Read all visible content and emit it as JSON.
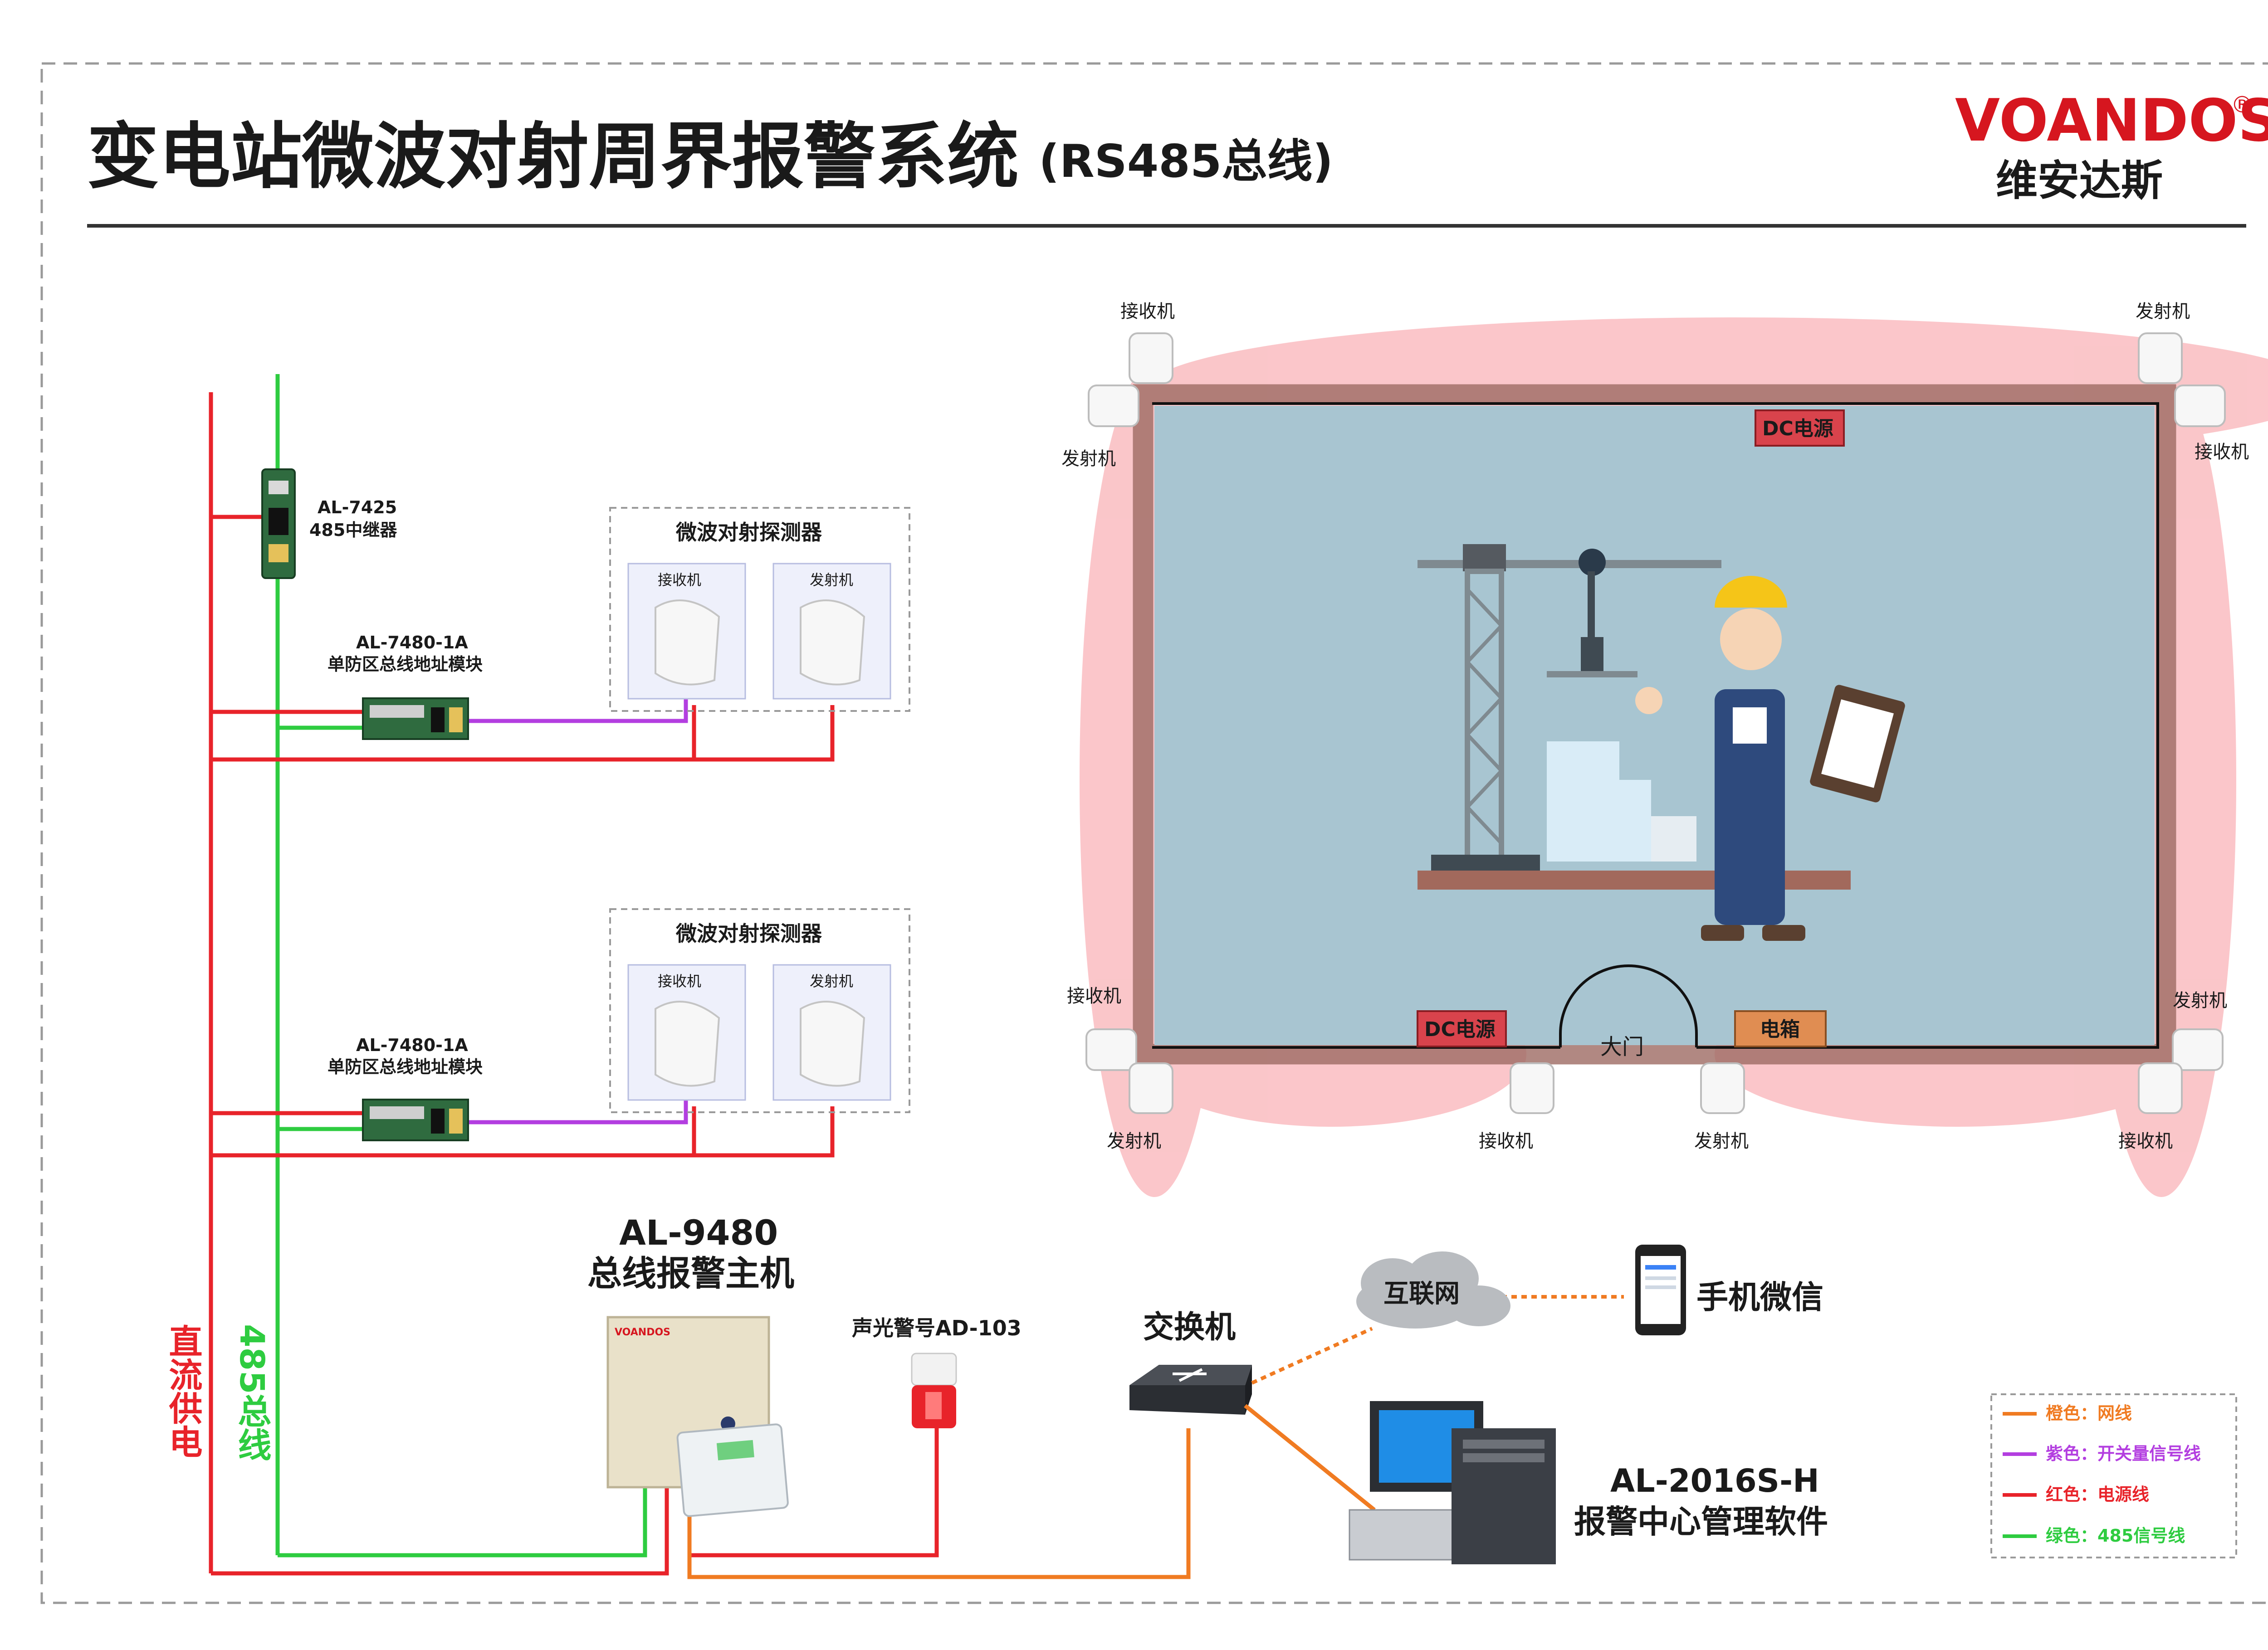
{
  "title": "变电站微波对射周界报警系统",
  "title_suffix": "(RS485总线)",
  "brand": {
    "name": "VOANDOS",
    "reg": "®",
    "cn": "维安达斯"
  },
  "bus": {
    "dc_label": "直流供电",
    "rs485_label": "485总线"
  },
  "repeater": {
    "model": "AL-7425",
    "desc": "485中继器"
  },
  "modules": [
    {
      "model": "AL-7480-1A",
      "desc": "单防区总线地址模块"
    },
    {
      "model": "AL-7480-1A",
      "desc": "单防区总线地址模块"
    }
  ],
  "detectors": [
    {
      "title": "微波对射探测器",
      "receiver": "接收机",
      "transmitter": "发射机"
    },
    {
      "title": "微波对射探测器",
      "receiver": "接收机",
      "transmitter": "发射机"
    }
  ],
  "host": {
    "model": "AL-9480",
    "desc": "总线报警主机",
    "brand_mark": "VOANDOS"
  },
  "siren": {
    "label": "声光警号AD-103"
  },
  "switch": {
    "label": "交换机"
  },
  "internet": {
    "label": "互联网"
  },
  "mobile": {
    "label": "手机微信"
  },
  "software": {
    "model": "AL-2016S-H",
    "desc": "报警中心管理软件"
  },
  "perimeter": {
    "device_labels": {
      "tl_receiver": "接收机",
      "tl_transmitter": "发射机",
      "tr_transmitter": "发射机",
      "tr_receiver": "接收机",
      "bl_receiver": "接收机",
      "bl_transmitter": "发射机",
      "bm_receiver": "接收机",
      "bm_transmitter": "发射机",
      "br_transmitter": "发射机",
      "br_receiver": "接收机"
    },
    "dc_power_top": "DC电源",
    "dc_power_bottom": "DC电源",
    "gate": "大门",
    "elec_box": "电箱"
  },
  "legend": [
    {
      "text": "橙色：网线",
      "color": "#f07b22"
    },
    {
      "text": "紫色：开关量信号线",
      "color": "#b33ee0"
    },
    {
      "text": "红色：电源线",
      "color": "#e8232a"
    },
    {
      "text": "绿色：485信号线",
      "color": "#2ecc40"
    }
  ],
  "colors": {
    "power": "#e8232a",
    "rs485": "#2ecc40",
    "signal": "#b33ee0",
    "network": "#f07b22",
    "brand": "#d6161f",
    "zone": "#f9b3b8"
  }
}
